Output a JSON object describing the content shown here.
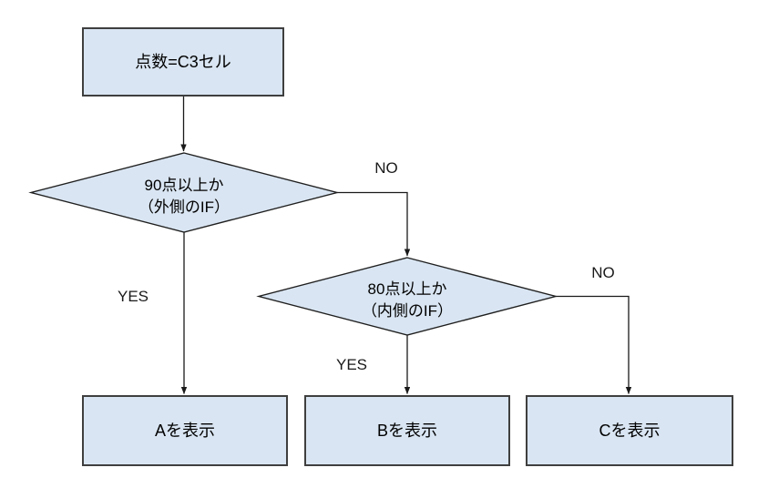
{
  "colors": {
    "canvas_bg": "#ffffff",
    "node_fill": "#d9e5f2",
    "node_border": "#3f3f3f",
    "connector": "#1a1a1a",
    "text": "#000000"
  },
  "flowchart": {
    "start": {
      "label": "点数=C3セル"
    },
    "decision_outer": {
      "line1": "90点以上か",
      "line2": "（外側のIF）"
    },
    "decision_inner": {
      "line1": "80点以上か",
      "line2": "（内側のIF）"
    },
    "result_a": {
      "label": "Aを表示"
    },
    "result_b": {
      "label": "Bを表示"
    },
    "result_c": {
      "label": "Cを表示"
    },
    "branches": {
      "outer_yes": "YES",
      "outer_no": "NO",
      "inner_yes": "YES",
      "inner_no": "NO"
    }
  }
}
